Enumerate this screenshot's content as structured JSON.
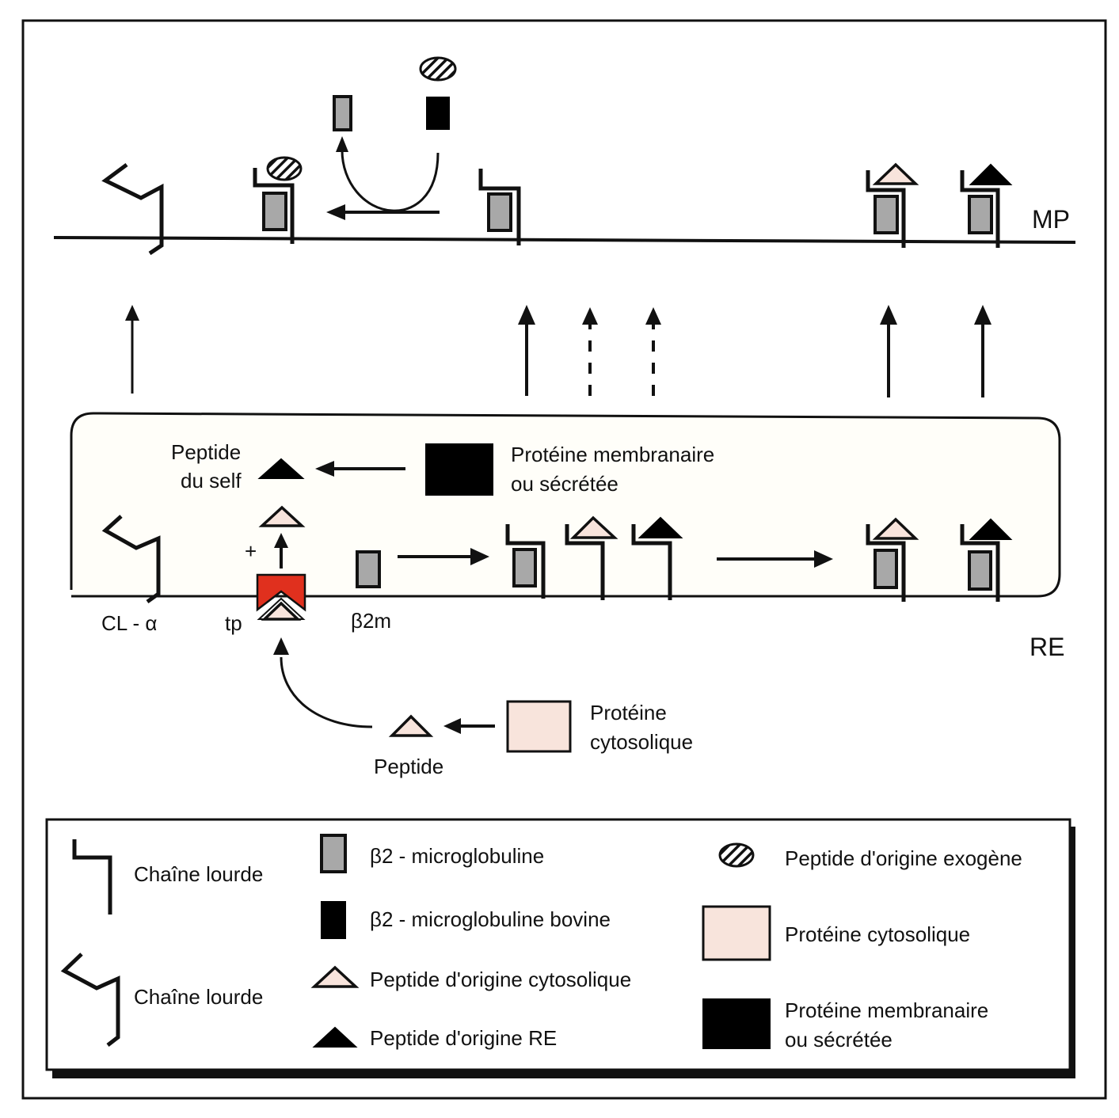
{
  "labels": {
    "membrane_plasmique": "MP",
    "reticulum": "RE",
    "chain_alpha": "CL - α",
    "transporter": "tp",
    "beta2m": "β2m",
    "plus_sign": "+",
    "peptide_self_line1": "Peptide",
    "peptide_self_line2": "du self",
    "membrane_protein_line1": "Protéine membranaire",
    "membrane_protein_line2": "ou sécrétée",
    "cytosolic_protein_line1": "Protéine",
    "cytosolic_protein_line2": "cytosolique",
    "peptide": "Peptide"
  },
  "colors": {
    "tap_transporter": "#e0301e",
    "beta2m_fill": "#a8a8a8",
    "cytosolic_fill": "#f8e4dc",
    "bovine_fill": "#000000"
  },
  "legend": {
    "items": [
      {
        "icon": "heavy-chain-folded-icon",
        "label": "Chaîne lourde"
      },
      {
        "icon": "heavy-chain-unfolded-icon",
        "label": "Chaîne lourde"
      },
      {
        "icon": "beta2-microglobulin-icon",
        "label": "β2 - microglobuline"
      },
      {
        "icon": "beta2-microglobulin-bovine-icon",
        "label": "β2 - microglobuline bovine"
      },
      {
        "icon": "peptide-cytosolic-icon",
        "label": "Peptide d'origine cytosolique"
      },
      {
        "icon": "peptide-er-icon",
        "label": "Peptide d'origine RE"
      },
      {
        "icon": "peptide-exogenous-icon",
        "label": "Peptide d'origine exogène"
      },
      {
        "icon": "cytosolic-protein-icon",
        "label": "Protéine cytosolique"
      },
      {
        "icon": "membrane-protein-icon",
        "label_line1": "Protéine membranaire",
        "label_line2": "ou sécrétée"
      }
    ]
  }
}
